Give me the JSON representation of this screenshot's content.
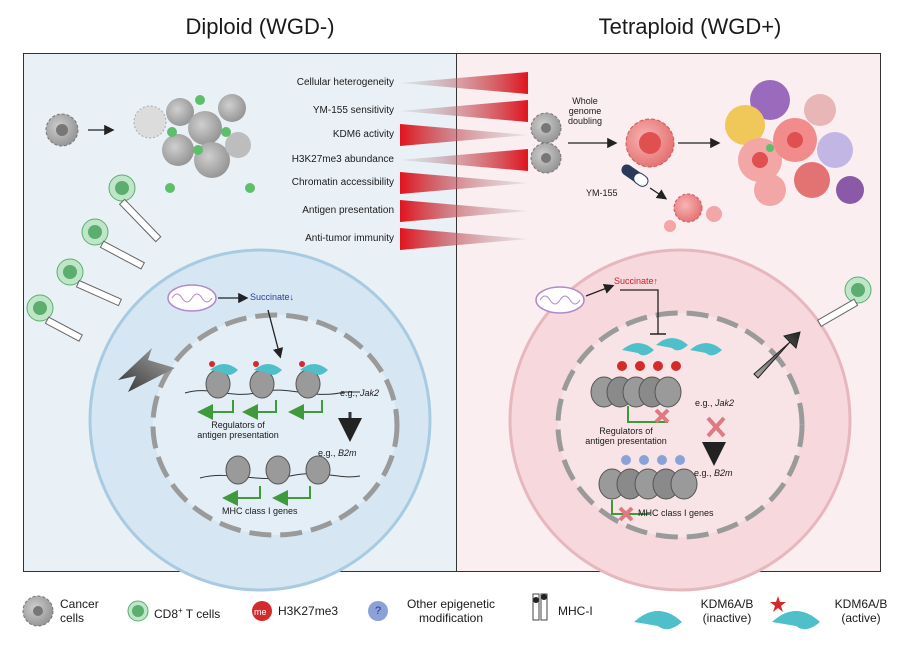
{
  "titles": {
    "left": "Diploid (WGD-)",
    "right": "Tetraploid (WGD+)"
  },
  "comparisons": [
    {
      "label": "Cellular heterogeneity",
      "higher_in": "tetraploid"
    },
    {
      "label": "YM-155 sensitivity",
      "higher_in": "tetraploid"
    },
    {
      "label": "KDM6 activity",
      "higher_in": "diploid"
    },
    {
      "label": "H3K27me3 abundance",
      "higher_in": "tetraploid"
    },
    {
      "label": "Chromatin accessibility",
      "higher_in": "diploid"
    },
    {
      "label": "Antigen presentation",
      "higher_in": "diploid"
    },
    {
      "label": "Anti-tumor immunity",
      "higher_in": "diploid"
    }
  ],
  "left": {
    "succinate": "Succinate↓",
    "eg_jak2_prefix": "e.g., ",
    "jak2": "Jak2",
    "regulators_line1": "Regulators of",
    "regulators_line2": "antigen presentation",
    "eg_b2m_prefix": "e.g., ",
    "b2m": "B2m",
    "mhc_genes": "MHC class I genes"
  },
  "right": {
    "wgd_line1": "Whole",
    "wgd_line2": "genome",
    "wgd_line3": "doubling",
    "drug": "YM-155",
    "succinate": "Succinate↑",
    "eg_jak2_prefix": "e.g., ",
    "jak2": "Jak2",
    "regulators_line1": "Regulators of",
    "regulators_line2": "antigen presentation",
    "eg_b2m_prefix": "e.g., ",
    "b2m": "B2m",
    "mhc_genes": "MHC class I genes"
  },
  "legend": {
    "cancer_line1": "Cancer",
    "cancer_line2": "cells",
    "tcells_prefix": "CD8",
    "tcells_sup": "+",
    "tcells_suffix": " T cells",
    "me_glyph": "me",
    "h3k27me3": "H3K27me3",
    "q_glyph": "?",
    "other_line1": "Other epigenetic",
    "other_line2": "modification",
    "mhc": "MHC-I",
    "kdm_inactive_line1": "KDM6A/B",
    "kdm_inactive_line2": "(inactive)",
    "kdm_active_line1": "KDM6A/B",
    "kdm_active_line2": "(active)"
  },
  "colors": {
    "left_bg": "#e9f1f7",
    "right_bg": "#fbeef0",
    "wedge": "#e0141e",
    "kdm": "#4fbfc9",
    "tcell": "#7fcf95",
    "me": "#d52a2a",
    "q": "#8aa2d8",
    "green_arrow": "#3e9a3a"
  }
}
